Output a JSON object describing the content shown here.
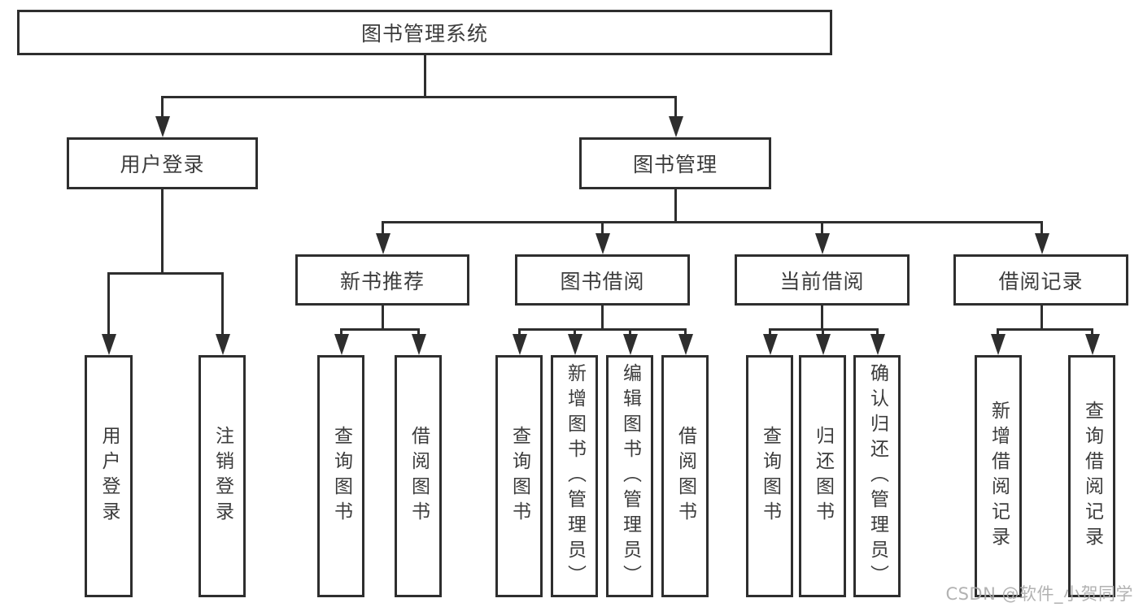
{
  "diagram": {
    "type": "tree",
    "tree": {
      "label": "图书管理系统",
      "children": [
        {
          "label": "用户登录",
          "children": [
            {
              "label": "用户登录"
            },
            {
              "label": "注销登录"
            }
          ]
        },
        {
          "label": "图书管理",
          "children": [
            {
              "label": "新书推荐",
              "children": [
                {
                  "label": "查询图书"
                },
                {
                  "label": "借阅图书"
                }
              ]
            },
            {
              "label": "图书借阅",
              "children": [
                {
                  "label": "查询图书"
                },
                {
                  "label": "新增图书（管理员）"
                },
                {
                  "label": "编辑图书（管理员）"
                },
                {
                  "label": "借阅图书"
                }
              ]
            },
            {
              "label": "当前借阅",
              "children": [
                {
                  "label": "查询图书"
                },
                {
                  "label": "归还图书"
                },
                {
                  "label": "确认归还（管理员）"
                }
              ]
            },
            {
              "label": "借阅记录",
              "children": [
                {
                  "label": "新增借阅记录"
                },
                {
                  "label": "查询借阅记录"
                }
              ]
            }
          ]
        }
      ]
    },
    "colors": {
      "line": "#2e2e2e",
      "text": "#3c3c3c",
      "background": "#ffffff",
      "watermark": "#ababab"
    },
    "watermark": {
      "text": "CSDN @软件_小贺同学"
    }
  }
}
